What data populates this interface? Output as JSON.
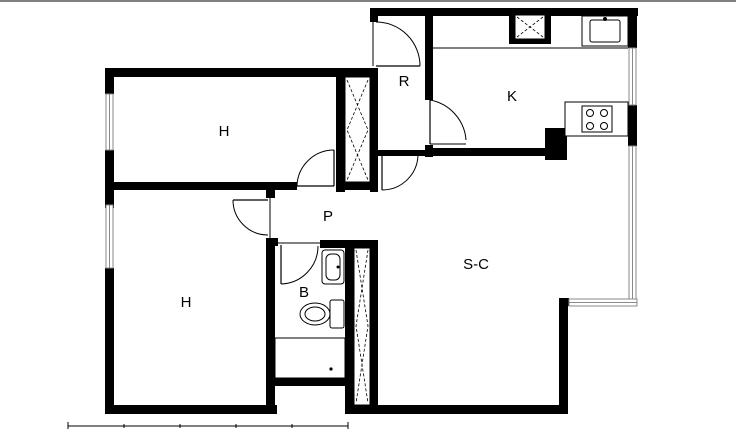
{
  "rooms": {
    "bedroom_top": "H",
    "bedroom_bottom": "H",
    "hall": "P",
    "bathroom": "B",
    "storage": "R",
    "kitchen": "K",
    "living": "S-C"
  }
}
